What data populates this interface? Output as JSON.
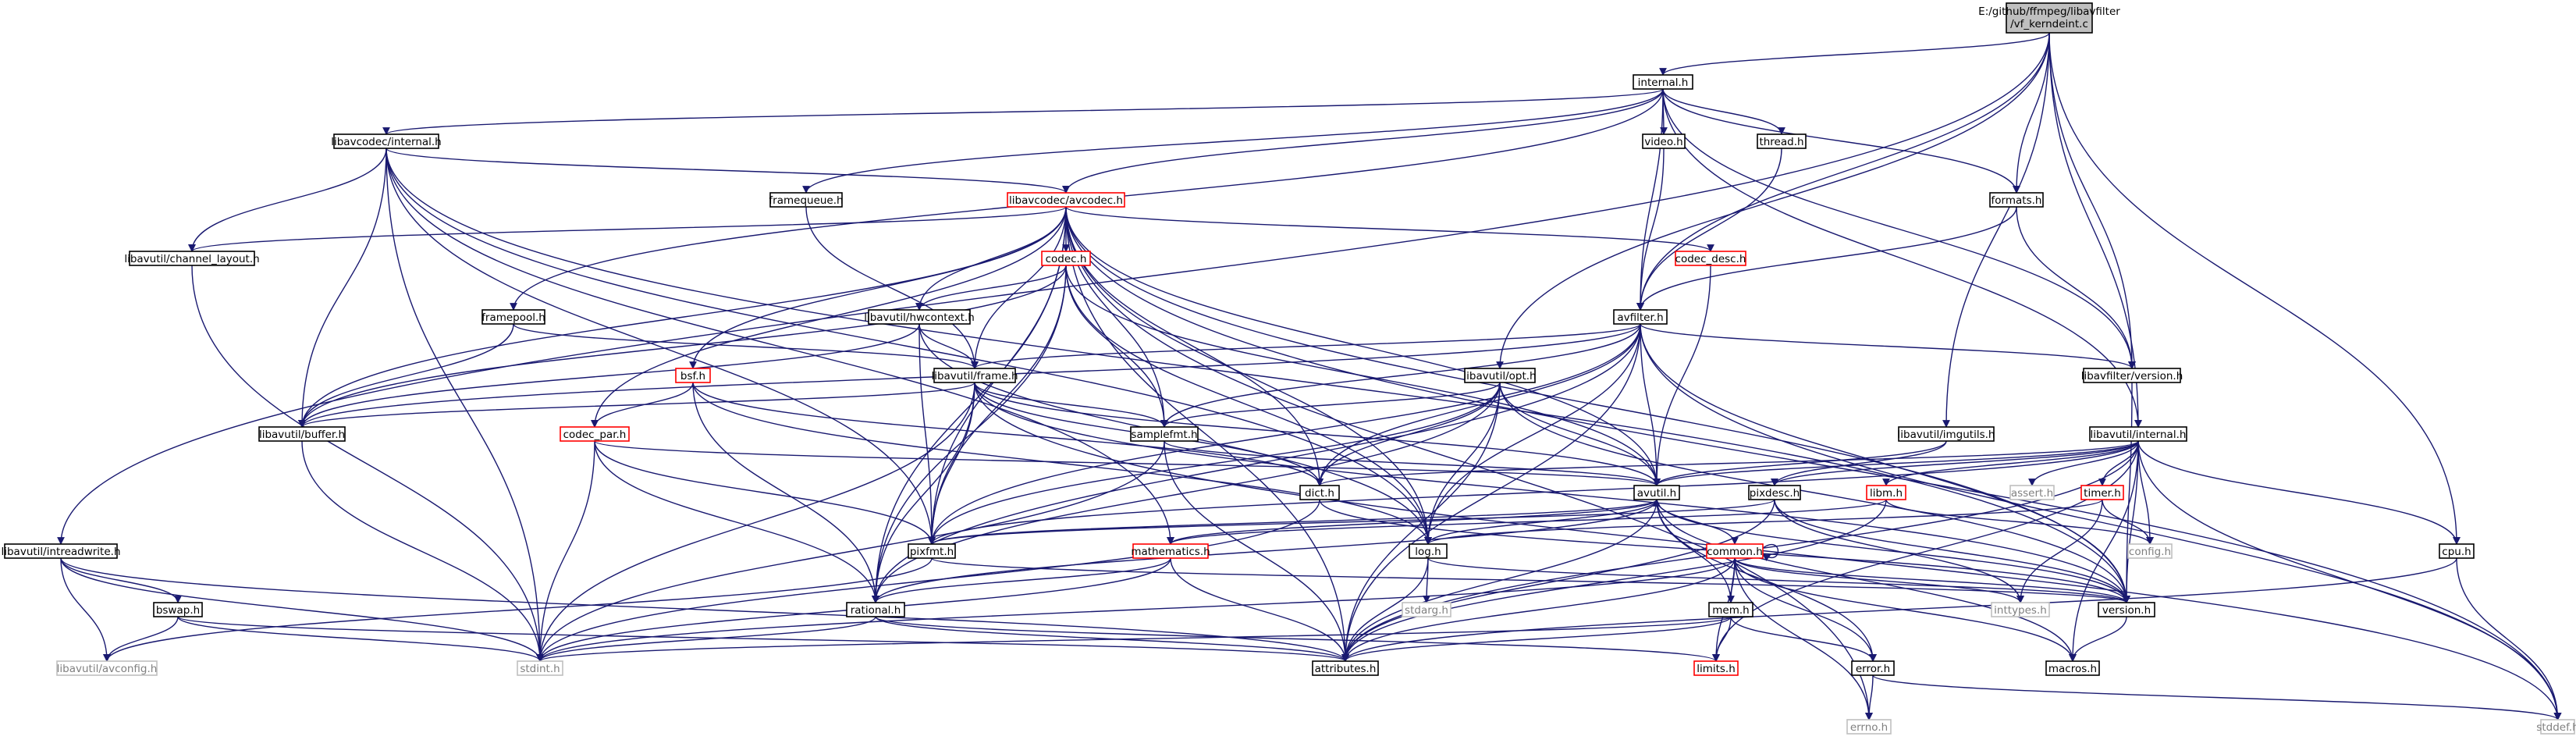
{
  "title": "Include dependency graph",
  "colors": {
    "edge": "#191970",
    "normal_border": "#000000",
    "missing_border": "#ff0000",
    "system_border": "#bfbfbf",
    "root_fill": "#bfbfbf"
  },
  "nodes": [
    {
      "id": "root",
      "label": "E:/github/ffmpeg/libavfilter/vf_kerndeint.c",
      "kind": "root"
    },
    {
      "id": "internal_h",
      "label": "internal.h",
      "kind": "normal"
    },
    {
      "id": "libavcodec_internal_h",
      "label": "libavcodec/internal.h",
      "kind": "normal"
    },
    {
      "id": "video_h",
      "label": "video.h",
      "kind": "normal"
    },
    {
      "id": "thread_h",
      "label": "thread.h",
      "kind": "normal"
    },
    {
      "id": "framequeue_h",
      "label": "framequeue.h",
      "kind": "normal"
    },
    {
      "id": "libavcodec_avcodec_h",
      "label": "libavcodec/avcodec.h",
      "kind": "missing"
    },
    {
      "id": "formats_h",
      "label": "formats.h",
      "kind": "normal"
    },
    {
      "id": "libavutil_channel_layout_h",
      "label": "libavutil/channel_layout.h",
      "kind": "normal"
    },
    {
      "id": "codec_h",
      "label": "codec.h",
      "kind": "missing"
    },
    {
      "id": "codec_desc_h",
      "label": "codec_desc.h",
      "kind": "missing"
    },
    {
      "id": "framepool_h",
      "label": "framepool.h",
      "kind": "normal"
    },
    {
      "id": "libavutil_hwcontext_h",
      "label": "libavutil/hwcontext.h",
      "kind": "normal"
    },
    {
      "id": "avfilter_h",
      "label": "avfilter.h",
      "kind": "normal"
    },
    {
      "id": "bsf_h",
      "label": "bsf.h",
      "kind": "missing"
    },
    {
      "id": "libavutil_frame_h",
      "label": "libavutil/frame.h",
      "kind": "normal"
    },
    {
      "id": "libavutil_opt_h",
      "label": "libavutil/opt.h",
      "kind": "normal"
    },
    {
      "id": "libavfilter_version_h",
      "label": "libavfilter/version.h",
      "kind": "normal"
    },
    {
      "id": "libavutil_buffer_h",
      "label": "libavutil/buffer.h",
      "kind": "normal"
    },
    {
      "id": "codec_par_h",
      "label": "codec_par.h",
      "kind": "missing"
    },
    {
      "id": "samplefmt_h",
      "label": "samplefmt.h",
      "kind": "normal"
    },
    {
      "id": "libavutil_imgutils_h",
      "label": "libavutil/imgutils.h",
      "kind": "normal"
    },
    {
      "id": "libavutil_internal_h",
      "label": "libavutil/internal.h",
      "kind": "normal"
    },
    {
      "id": "dict_h",
      "label": "dict.h",
      "kind": "normal"
    },
    {
      "id": "avutil_h",
      "label": "avutil.h",
      "kind": "normal"
    },
    {
      "id": "pixdesc_h",
      "label": "pixdesc.h",
      "kind": "normal"
    },
    {
      "id": "libm_h",
      "label": "libm.h",
      "kind": "missing"
    },
    {
      "id": "assert_h",
      "label": "assert.h",
      "kind": "system"
    },
    {
      "id": "timer_h",
      "label": "timer.h",
      "kind": "missing"
    },
    {
      "id": "config_h",
      "label": "config.h",
      "kind": "system"
    },
    {
      "id": "libavutil_intreadwrite_h",
      "label": "libavutil/intreadwrite.h",
      "kind": "normal"
    },
    {
      "id": "pixfmt_h",
      "label": "pixfmt.h",
      "kind": "normal"
    },
    {
      "id": "mathematics_h",
      "label": "mathematics.h",
      "kind": "missing"
    },
    {
      "id": "log_h",
      "label": "log.h",
      "kind": "normal"
    },
    {
      "id": "common_h",
      "label": "common.h",
      "kind": "missing"
    },
    {
      "id": "cpu_h",
      "label": "cpu.h",
      "kind": "normal"
    },
    {
      "id": "bswap_h",
      "label": "bswap.h",
      "kind": "normal"
    },
    {
      "id": "rational_h",
      "label": "rational.h",
      "kind": "normal"
    },
    {
      "id": "stdarg_h",
      "label": "stdarg.h",
      "kind": "system"
    },
    {
      "id": "mem_h",
      "label": "mem.h",
      "kind": "normal"
    },
    {
      "id": "inttypes_h",
      "label": "inttypes.h",
      "kind": "system"
    },
    {
      "id": "version_h",
      "label": "version.h",
      "kind": "normal"
    },
    {
      "id": "libavutil_avconfig_h",
      "label": "libavutil/avconfig.h",
      "kind": "system"
    },
    {
      "id": "stdint_h",
      "label": "stdint.h",
      "kind": "system"
    },
    {
      "id": "attributes_h",
      "label": "attributes.h",
      "kind": "normal"
    },
    {
      "id": "limits_h",
      "label": "limits.h",
      "kind": "missing"
    },
    {
      "id": "error_h",
      "label": "error.h",
      "kind": "normal"
    },
    {
      "id": "macros_h",
      "label": "macros.h",
      "kind": "normal"
    },
    {
      "id": "errno_h",
      "label": "errno.h",
      "kind": "system"
    },
    {
      "id": "stddef_h",
      "label": "stddef.h",
      "kind": "system"
    }
  ],
  "edges": [
    [
      "root",
      "internal_h"
    ],
    [
      "root",
      "formats_h"
    ],
    [
      "root",
      "avfilter_h"
    ],
    [
      "root",
      "libavutil_opt_h"
    ],
    [
      "root",
      "libavutil_imgutils_h"
    ],
    [
      "root",
      "libavutil_internal_h"
    ],
    [
      "root",
      "libavutil_intreadwrite_h"
    ],
    [
      "root",
      "libavfilter_version_h"
    ],
    [
      "root",
      "cpu_h"
    ],
    [
      "internal_h",
      "libavcodec_internal_h"
    ],
    [
      "internal_h",
      "video_h"
    ],
    [
      "internal_h",
      "thread_h"
    ],
    [
      "internal_h",
      "framequeue_h"
    ],
    [
      "internal_h",
      "libavcodec_avcodec_h"
    ],
    [
      "internal_h",
      "formats_h"
    ],
    [
      "internal_h",
      "framepool_h"
    ],
    [
      "internal_h",
      "avfilter_h"
    ],
    [
      "internal_h",
      "libavfilter_version_h"
    ],
    [
      "internal_h",
      "libavutil_internal_h"
    ],
    [
      "video_h",
      "avfilter_h"
    ],
    [
      "thread_h",
      "avfilter_h"
    ],
    [
      "formats_h",
      "avfilter_h"
    ],
    [
      "formats_h",
      "libavfilter_version_h"
    ],
    [
      "libavcodec_internal_h",
      "libavutil_channel_layout_h"
    ],
    [
      "libavcodec_internal_h",
      "libavcodec_avcodec_h"
    ],
    [
      "libavcodec_internal_h",
      "libavutil_buffer_h"
    ],
    [
      "libavcodec_internal_h",
      "pixfmt_h"
    ],
    [
      "libavcodec_internal_h",
      "mathematics_h"
    ],
    [
      "libavcodec_internal_h",
      "stdint_h"
    ],
    [
      "libavcodec_internal_h",
      "log_h"
    ],
    [
      "libavcodec_internal_h",
      "version_h"
    ],
    [
      "framequeue_h",
      "libavutil_frame_h"
    ],
    [
      "libavcodec_avcodec_h",
      "libavutil_channel_layout_h"
    ],
    [
      "libavcodec_avcodec_h",
      "codec_h"
    ],
    [
      "libavcodec_avcodec_h",
      "codec_desc_h"
    ],
    [
      "libavcodec_avcodec_h",
      "bsf_h"
    ],
    [
      "libavcodec_avcodec_h",
      "codec_par_h"
    ],
    [
      "libavcodec_avcodec_h",
      "libavutil_hwcontext_h"
    ],
    [
      "libavcodec_avcodec_h",
      "libavutil_frame_h"
    ],
    [
      "libavcodec_avcodec_h",
      "samplefmt_h"
    ],
    [
      "libavcodec_avcodec_h",
      "dict_h"
    ],
    [
      "libavcodec_avcodec_h",
      "avutil_h"
    ],
    [
      "libavcodec_avcodec_h",
      "pixfmt_h"
    ],
    [
      "libavcodec_avcodec_h",
      "rational_h"
    ],
    [
      "libavcodec_avcodec_h",
      "log_h"
    ],
    [
      "libavcodec_avcodec_h",
      "attributes_h"
    ],
    [
      "libavcodec_avcodec_h",
      "libavutil_buffer_h"
    ],
    [
      "libavcodec_avcodec_h",
      "version_h"
    ],
    [
      "libavcodec_avcodec_h",
      "stddef_h"
    ],
    [
      "libavcodec_avcodec_h",
      "errno_h"
    ],
    [
      "libavutil_channel_layout_h",
      "stdint_h"
    ],
    [
      "codec_h",
      "libavutil_hwcontext_h"
    ],
    [
      "codec_h",
      "samplefmt_h"
    ],
    [
      "codec_h",
      "avutil_h"
    ],
    [
      "codec_h",
      "pixfmt_h"
    ],
    [
      "codec_h",
      "log_h"
    ],
    [
      "codec_h",
      "rational_h"
    ],
    [
      "codec_h",
      "libavutil_buffer_h"
    ],
    [
      "codec_desc_h",
      "avutil_h"
    ],
    [
      "framepool_h",
      "libavutil_frame_h"
    ],
    [
      "framepool_h",
      "libavutil_buffer_h"
    ],
    [
      "libavutil_hwcontext_h",
      "libavutil_frame_h"
    ],
    [
      "libavutil_hwcontext_h",
      "libavutil_buffer_h"
    ],
    [
      "libavutil_hwcontext_h",
      "pixfmt_h"
    ],
    [
      "libavutil_hwcontext_h",
      "log_h"
    ],
    [
      "avfilter_h",
      "libavutil_frame_h"
    ],
    [
      "avfilter_h",
      "libavfilter_version_h"
    ],
    [
      "avfilter_h",
      "samplefmt_h"
    ],
    [
      "avfilter_h",
      "dict_h"
    ],
    [
      "avfilter_h",
      "avutil_h"
    ],
    [
      "avfilter_h",
      "pixfmt_h"
    ],
    [
      "avfilter_h",
      "rational_h"
    ],
    [
      "avfilter_h",
      "log_h"
    ],
    [
      "avfilter_h",
      "attributes_h"
    ],
    [
      "avfilter_h",
      "libavutil_buffer_h"
    ],
    [
      "avfilter_h",
      "stddef_h"
    ],
    [
      "avfilter_h",
      "version_h"
    ],
    [
      "bsf_h",
      "codec_par_h"
    ],
    [
      "bsf_h",
      "dict_h"
    ],
    [
      "bsf_h",
      "rational_h"
    ],
    [
      "bsf_h",
      "log_h"
    ],
    [
      "libavutil_frame_h",
      "libavutil_buffer_h"
    ],
    [
      "libavutil_frame_h",
      "samplefmt_h"
    ],
    [
      "libavutil_frame_h",
      "dict_h"
    ],
    [
      "libavutil_frame_h",
      "avutil_h"
    ],
    [
      "libavutil_frame_h",
      "pixfmt_h"
    ],
    [
      "libavutil_frame_h",
      "rational_h"
    ],
    [
      "libavutil_frame_h",
      "stdint_h"
    ],
    [
      "libavutil_frame_h",
      "stddef_h"
    ],
    [
      "libavutil_frame_h",
      "version_h"
    ],
    [
      "libavutil_opt_h",
      "samplefmt_h"
    ],
    [
      "libavutil_opt_h",
      "dict_h"
    ],
    [
      "libavutil_opt_h",
      "avutil_h"
    ],
    [
      "libavutil_opt_h",
      "pixfmt_h"
    ],
    [
      "libavutil_opt_h",
      "rational_h"
    ],
    [
      "libavutil_opt_h",
      "log_h"
    ],
    [
      "libavutil_opt_h",
      "attributes_h"
    ],
    [
      "libavutil_opt_h",
      "version_h"
    ],
    [
      "libavfilter_version_h",
      "version_h"
    ],
    [
      "libavutil_buffer_h",
      "stdint_h"
    ],
    [
      "codec_par_h",
      "avutil_h"
    ],
    [
      "codec_par_h",
      "pixfmt_h"
    ],
    [
      "codec_par_h",
      "rational_h"
    ],
    [
      "codec_par_h",
      "stdint_h"
    ],
    [
      "samplefmt_h",
      "avutil_h"
    ],
    [
      "samplefmt_h",
      "attributes_h"
    ],
    [
      "samplefmt_h",
      "stdint_h"
    ],
    [
      "libavutil_imgutils_h",
      "avutil_h"
    ],
    [
      "libavutil_imgutils_h",
      "pixdesc_h"
    ],
    [
      "libavutil_internal_h",
      "avutil_h"
    ],
    [
      "libavutil_internal_h",
      "pixfmt_h"
    ],
    [
      "libavutil_internal_h",
      "dict_h"
    ],
    [
      "libavutil_internal_h",
      "pixdesc_h"
    ],
    [
      "libavutil_internal_h",
      "libm_h"
    ],
    [
      "libavutil_internal_h",
      "assert_h"
    ],
    [
      "libavutil_internal_h",
      "timer_h"
    ],
    [
      "libavutil_internal_h",
      "config_h"
    ],
    [
      "libavutil_internal_h",
      "cpu_h"
    ],
    [
      "libavutil_internal_h",
      "attributes_h"
    ],
    [
      "libavutil_internal_h",
      "version_h"
    ],
    [
      "libavutil_internal_h",
      "macros_h"
    ],
    [
      "libavutil_internal_h",
      "stddef_h"
    ],
    [
      "libavutil_internal_h",
      "limits_h"
    ],
    [
      "dict_h",
      "stdint_h"
    ],
    [
      "dict_h",
      "version_h"
    ],
    [
      "avutil_h",
      "common_h"
    ],
    [
      "avutil_h",
      "error_h"
    ],
    [
      "avutil_h",
      "version_h"
    ],
    [
      "avutil_h",
      "macros_h"
    ],
    [
      "avutil_h",
      "mathematics_h"
    ],
    [
      "avutil_h",
      "rational_h"
    ],
    [
      "avutil_h",
      "pixfmt_h"
    ],
    [
      "avutil_h",
      "log_h"
    ],
    [
      "avutil_h",
      "attributes_h"
    ],
    [
      "pixdesc_h",
      "pixfmt_h"
    ],
    [
      "pixdesc_h",
      "inttypes_h"
    ],
    [
      "pixdesc_h",
      "version_h"
    ],
    [
      "pixdesc_h",
      "attributes_h"
    ],
    [
      "libm_h",
      "config_h"
    ],
    [
      "libm_h",
      "attributes_h"
    ],
    [
      "libm_h",
      "mathematics_h"
    ],
    [
      "timer_h",
      "config_h"
    ],
    [
      "timer_h",
      "log_h"
    ],
    [
      "timer_h",
      "inttypes_h"
    ],
    [
      "libavutil_intreadwrite_h",
      "bswap_h"
    ],
    [
      "libavutil_intreadwrite_h",
      "libavutil_avconfig_h"
    ],
    [
      "libavutil_intreadwrite_h",
      "stdint_h"
    ],
    [
      "libavutil_intreadwrite_h",
      "attributes_h"
    ],
    [
      "pixfmt_h",
      "libavutil_avconfig_h"
    ],
    [
      "pixfmt_h",
      "version_h"
    ],
    [
      "mathematics_h",
      "rational_h"
    ],
    [
      "mathematics_h",
      "attributes_h"
    ],
    [
      "mathematics_h",
      "stdint_h"
    ],
    [
      "log_h",
      "stdarg_h"
    ],
    [
      "log_h",
      "attributes_h"
    ],
    [
      "log_h",
      "version_h"
    ],
    [
      "common_h",
      "mem_h"
    ],
    [
      "common_h",
      "error_h"
    ],
    [
      "common_h",
      "macros_h"
    ],
    [
      "common_h",
      "attributes_h"
    ],
    [
      "common_h",
      "limits_h"
    ],
    [
      "common_h",
      "stdint_h"
    ],
    [
      "common_h",
      "inttypes_h"
    ],
    [
      "common_h",
      "version_h"
    ],
    [
      "common_h",
      "errno_h"
    ],
    [
      "common_h",
      "common_h"
    ],
    [
      "cpu_h",
      "attributes_h"
    ],
    [
      "cpu_h",
      "stddef_h"
    ],
    [
      "bswap_h",
      "libavutil_avconfig_h"
    ],
    [
      "bswap_h",
      "attributes_h"
    ],
    [
      "bswap_h",
      "stdint_h"
    ],
    [
      "rational_h",
      "stdint_h"
    ],
    [
      "rational_h",
      "limits_h"
    ],
    [
      "rational_h",
      "attributes_h"
    ],
    [
      "mem_h",
      "limits_h"
    ],
    [
      "mem_h",
      "stdint_h"
    ],
    [
      "mem_h",
      "attributes_h"
    ],
    [
      "mem_h",
      "error_h"
    ],
    [
      "mem_h",
      "avutil_h"
    ],
    [
      "error_h",
      "errno_h"
    ],
    [
      "error_h",
      "stddef_h"
    ],
    [
      "version_h",
      "macros_h"
    ]
  ]
}
